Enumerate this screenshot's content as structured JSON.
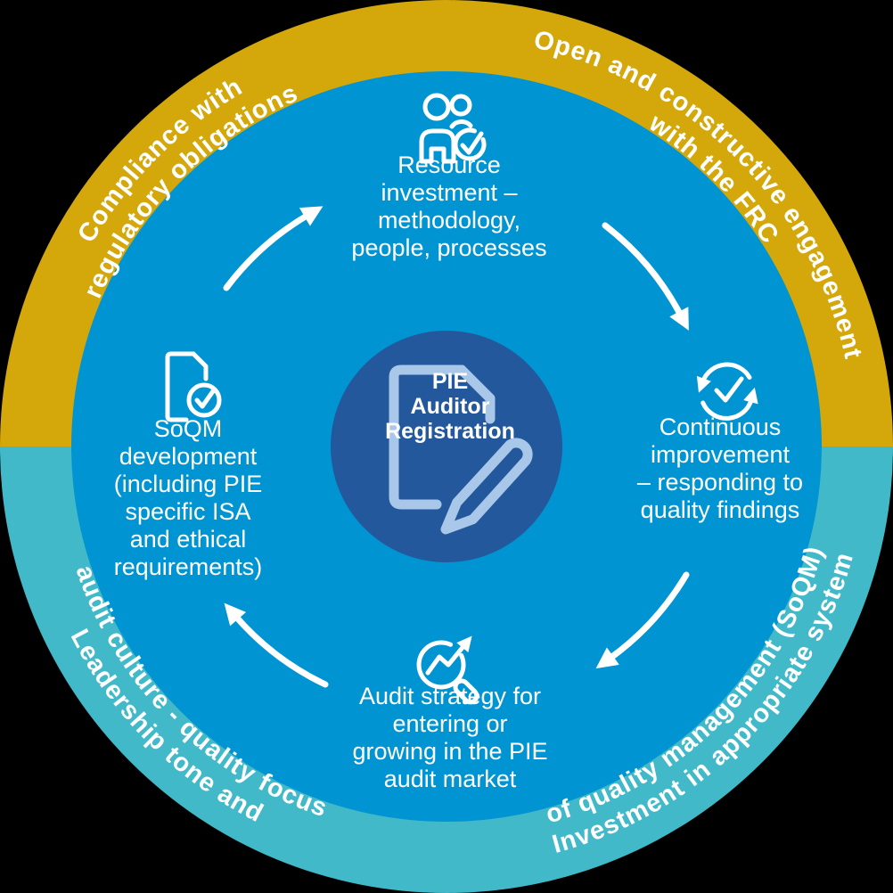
{
  "title": "PIE Auditor Registration cycle diagram",
  "colors": {
    "background": "#000000",
    "ring_top": "#d4a70b",
    "ring_bottom": "#41b9c9",
    "inner_circle": "#0095d2",
    "center_circle": "#23599c",
    "center_icon": "#a9c7e9",
    "text": "#ffffff"
  },
  "ring": {
    "top_left": {
      "line1": "Compliance with",
      "line2": "regulatory obligations"
    },
    "top_right": {
      "line1": "Open and constructive engagement",
      "line2": "with the FRC"
    },
    "bottom_left": {
      "line1": "Leadership tone and",
      "line2": "audit culture - quality focus"
    },
    "bottom_right": {
      "line1": "Investment in appropriate system",
      "line2": "of quality management (SoQM)"
    }
  },
  "center": {
    "icon": "document-pencil-icon",
    "lines": [
      "PIE",
      "Auditor",
      "Registration"
    ]
  },
  "nodes": {
    "top": {
      "icon": "people-check-icon",
      "lines": [
        "Resource",
        "investment –",
        "methodology,",
        "people, processes"
      ]
    },
    "right": {
      "icon": "refresh-check-icon",
      "lines": [
        "Continuous",
        "improvement",
        "– responding to",
        "quality findings"
      ]
    },
    "bottom": {
      "icon": "magnifier-trend-icon",
      "lines": [
        "Audit strategy for",
        "entering or",
        "growing in the PIE",
        "audit market"
      ]
    },
    "left": {
      "icon": "document-check-icon",
      "lines": [
        "SoQM",
        "development",
        "(including PIE",
        "specific ISA",
        "and ethical",
        "requirements)"
      ]
    }
  }
}
